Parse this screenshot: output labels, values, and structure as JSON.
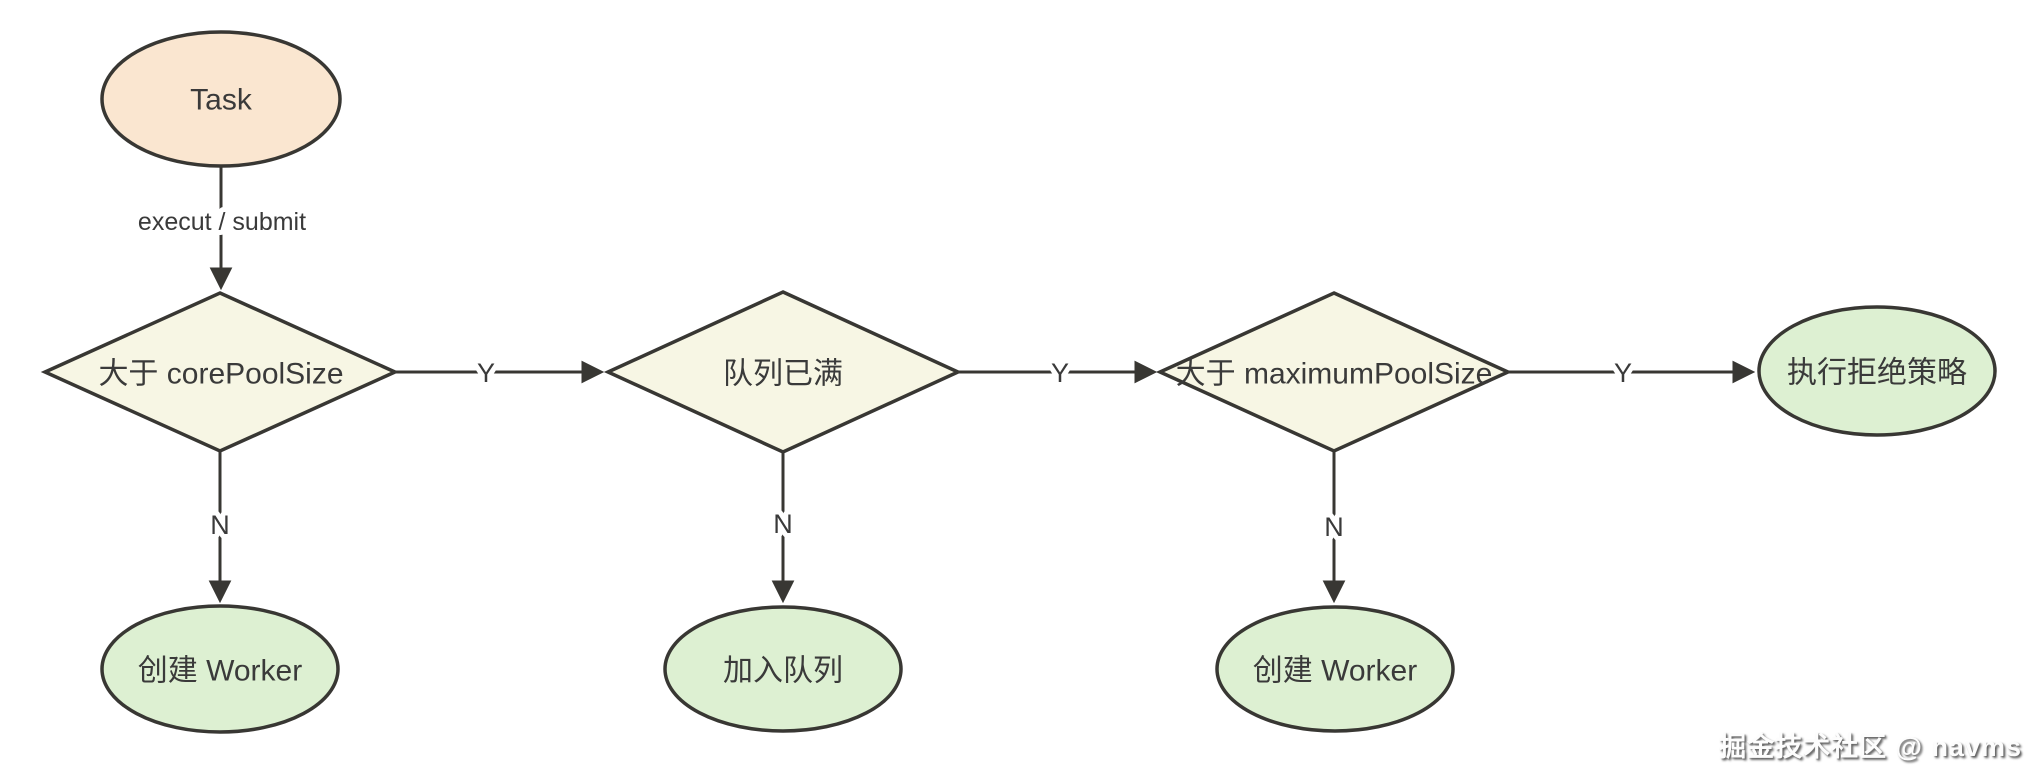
{
  "diagram": {
    "colors": {
      "background": "#ffffff",
      "stroke": "#383733",
      "text": "#3a3a3a",
      "task_fill": "#fae6d0",
      "decision_fill": "#f7f6e4",
      "result_fill": "#ddf0d2"
    },
    "nodes": {
      "task": {
        "label": "Task",
        "shape": "ellipse"
      },
      "gt_core_pool_size": {
        "label": "大于 corePoolSize",
        "shape": "diamond"
      },
      "queue_full": {
        "label": "队列已满",
        "shape": "diamond"
      },
      "gt_maximum_pool_size": {
        "label": "大于 maximumPoolSize",
        "shape": "diamond"
      },
      "reject_policy": {
        "label": "执行拒绝策略",
        "shape": "ellipse"
      },
      "create_worker_left": {
        "label": "创建 Worker",
        "shape": "ellipse"
      },
      "join_queue": {
        "label": "加入队列",
        "shape": "ellipse"
      },
      "create_worker_right": {
        "label": "创建 Worker",
        "shape": "ellipse"
      }
    },
    "edge_labels": {
      "submit": "execut / submit",
      "core_yes": "Y",
      "queue_yes": "Y",
      "max_yes": "Y",
      "core_no": "N",
      "queue_no": "N",
      "max_no": "N"
    }
  },
  "watermark": {
    "text": "掘金技术社区 @ navms"
  }
}
